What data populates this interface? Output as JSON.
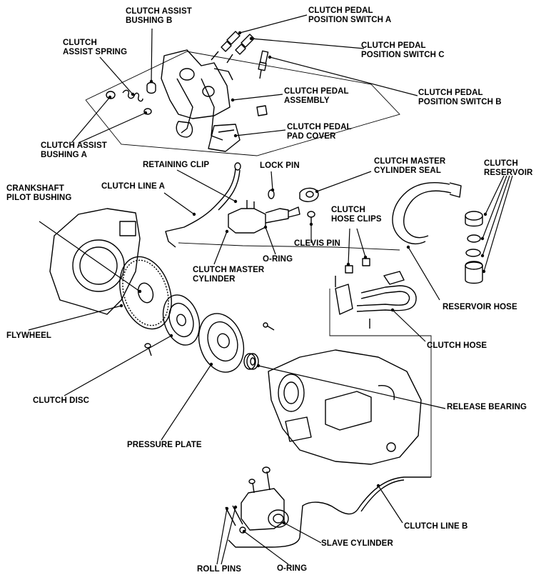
{
  "labels": {
    "clutch_pedal_position_switch_a": [
      "CLUTCH PEDAL",
      "POSITION SWITCH A"
    ],
    "clutch_assist_bushing_b": [
      "CLUTCH ASSIST",
      "BUSHING B"
    ],
    "clutch_assist_spring": [
      "CLUTCH",
      "ASSIST SPRING"
    ],
    "clutch_pedal_position_switch_c": [
      "CLUTCH PEDAL",
      "POSITION SWITCH C"
    ],
    "clutch_pedal_position_switch_b": [
      "CLUTCH PEDAL",
      "POSITION SWITCH B"
    ],
    "clutch_pedal_assembly": [
      "CLUTCH PEDAL",
      "ASSEMBLY"
    ],
    "clutch_pedal_pad_cover": [
      "CLUTCH PEDAL",
      "PAD COVER"
    ],
    "clutch_assist_bushing_a": [
      "CLUTCH ASSIST",
      "BUSHING A"
    ],
    "retaining_clip": [
      "RETAINING CLIP"
    ],
    "lock_pin": [
      "LOCK PIN"
    ],
    "clutch_master_cylinder_seal": [
      "CLUTCH MASTER",
      "CYLINDER SEAL"
    ],
    "clutch_reservoir": [
      "CLUTCH",
      "RESERVOIR"
    ],
    "crankshaft_pilot_bushing": [
      "CRANKSHAFT",
      "PILOT BUSHING"
    ],
    "clutch_line_a": [
      "CLUTCH LINE A"
    ],
    "clutch_hose_clips": [
      "CLUTCH",
      "HOSE CLIPS"
    ],
    "clevis_pin": [
      "CLEVIS PIN"
    ],
    "o_ring_upper": [
      "O-RING"
    ],
    "clutch_master_cylinder": [
      "CLUTCH MASTER",
      "CYLINDER"
    ],
    "reservoir_hose": [
      "RESERVOIR HOSE"
    ],
    "flywheel": [
      "FLYWHEEL"
    ],
    "clutch_hose": [
      "CLUTCH HOSE"
    ],
    "clutch_disc": [
      "CLUTCH DISC"
    ],
    "release_bearing": [
      "RELEASE BEARING"
    ],
    "pressure_plate": [
      "PRESSURE PLATE"
    ],
    "clutch_line_b": [
      "CLUTCH LINE B"
    ],
    "slave_cylinder": [
      "SLAVE CYLINDER"
    ],
    "roll_pins": [
      "ROLL PINS"
    ],
    "o_ring_lower": [
      "O-RING"
    ]
  }
}
